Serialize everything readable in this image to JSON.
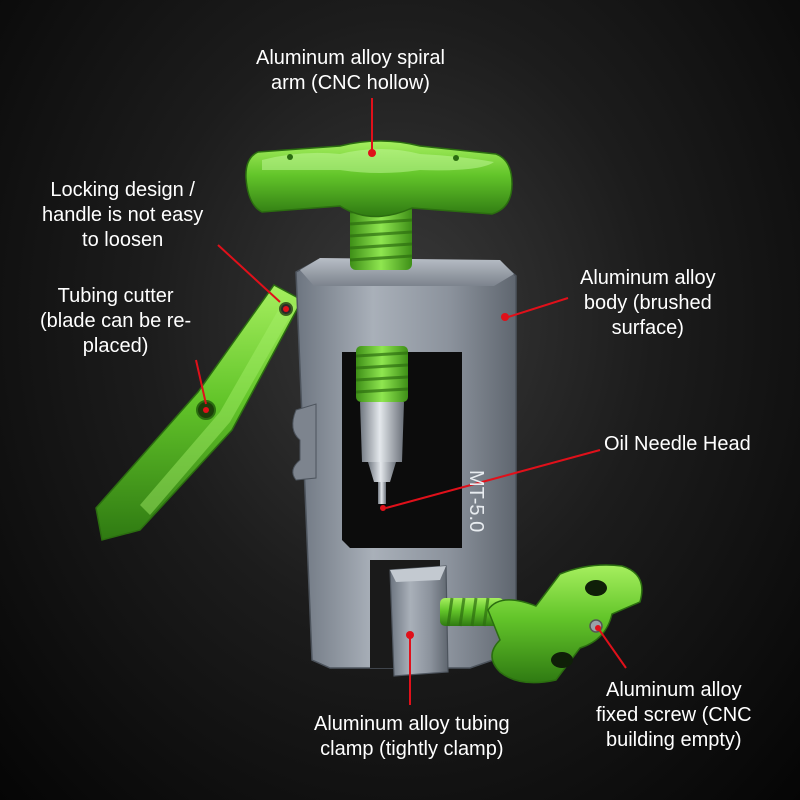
{
  "labels": {
    "spiral_arm": [
      "Aluminum alloy spiral",
      "arm (CNC hollow)"
    ],
    "locking": [
      "Locking design /",
      "handle is not easy",
      "to loosen"
    ],
    "cutter": [
      "Tubing cutter",
      "(blade can be re-",
      "placed)"
    ],
    "body": [
      "Aluminum alloy",
      "body (brushed",
      "surface)"
    ],
    "needle": [
      "Oil Needle Head"
    ],
    "tubing_clamp": [
      "Aluminum alloy tubing",
      "clamp (tightly clamp)"
    ],
    "fixed_screw": [
      "Aluminum alloy",
      "fixed screw (CNC",
      "building empty)"
    ]
  },
  "engraving": "MT-5.0",
  "colors": {
    "anodized_green": "#6fd23a",
    "body_silver": "#8d95a0",
    "leader_red": "#e0101a",
    "text": "#ffffff"
  }
}
